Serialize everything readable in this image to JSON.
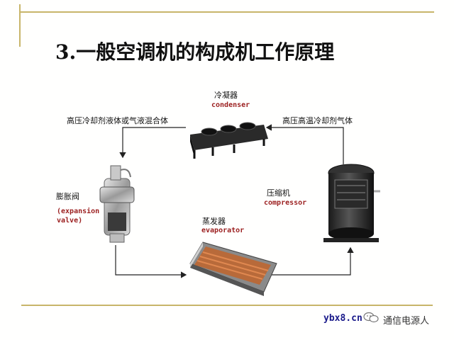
{
  "title": "3.一般空调机的构成机工作原理",
  "components": {
    "condenser": {
      "zh": "冷凝器",
      "en": "condenser"
    },
    "expansion_valve": {
      "zh": "膨胀阀",
      "en_line1": "(expansion",
      "en_line2": "valve)"
    },
    "evaporator": {
      "zh": "蒸发器",
      "en": "evaporator"
    },
    "compressor": {
      "zh": "压缩机",
      "en": "compressor"
    }
  },
  "flow_labels": {
    "left_top": "高压冷却剂液体或气液混合体",
    "right_top": "高压高温冷却剂气体"
  },
  "watermark": {
    "site": "ybx8.cn",
    "account": "通信电源人",
    "icon": "wechat-icon"
  },
  "colors": {
    "rule": "#c8b56a",
    "accent_text": "#9b1e1e"
  }
}
